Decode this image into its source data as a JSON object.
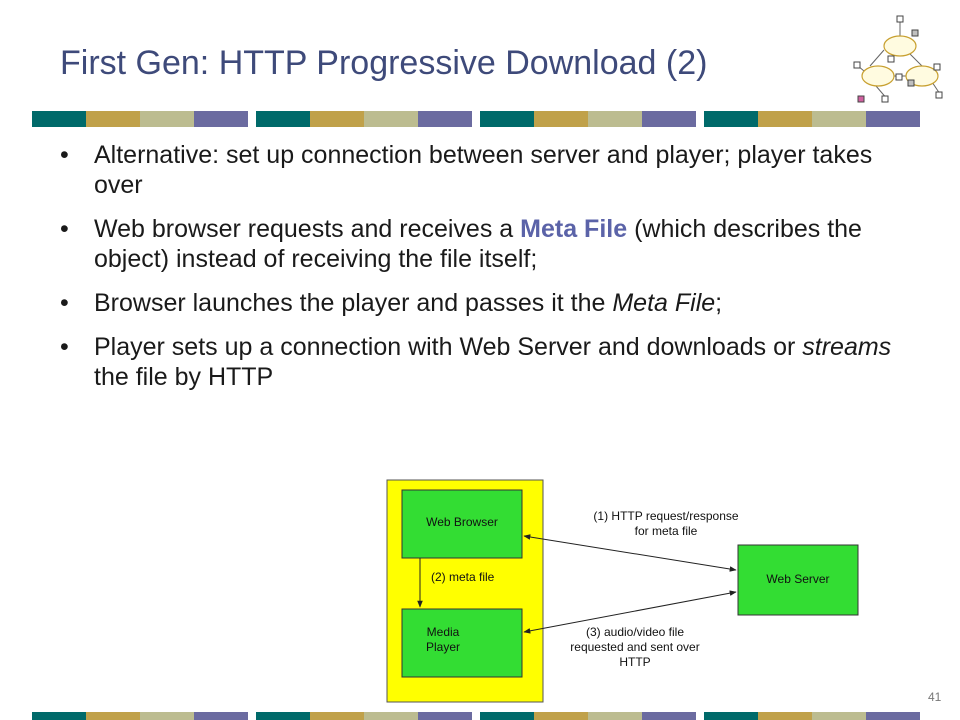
{
  "slide": {
    "title": "First Gen: HTTP  Progressive Download (2)",
    "page_number": "41"
  },
  "bullets": [
    {
      "parts": [
        {
          "text": "Alternative: set up connection between server and player; player takes over",
          "style": "normal"
        }
      ]
    },
    {
      "parts": [
        {
          "text": "Web browser requests and receives a ",
          "style": "normal"
        },
        {
          "text": "Meta File",
          "style": "highlight"
        },
        {
          "text": " (which describes the object) instead of receiving the file itself;",
          "style": "normal"
        }
      ]
    },
    {
      "parts": [
        {
          "text": "Browser launches the player and passes it the ",
          "style": "normal"
        },
        {
          "text": "Meta File",
          "style": "italic"
        },
        {
          "text": ";",
          "style": "normal"
        }
      ]
    },
    {
      "parts": [
        {
          "text": "Player sets up a connection with Web Server and downloads or ",
          "style": "normal"
        },
        {
          "text": "streams",
          "style": "italic"
        },
        {
          "text": " the file by HTTP",
          "style": "normal"
        }
      ]
    }
  ],
  "diagram": {
    "web_browser": "Web Browser",
    "media_player_line1": "Media",
    "media_player_line2": "Player",
    "web_server": "Web Server",
    "label_step1_line1": "(1) HTTP request/response",
    "label_step1_line2": "for meta file",
    "label_step2": "(2)  meta file",
    "label_step3_line1": "(3) audio/video file",
    "label_step3_line2": "requested and sent over",
    "label_step3_line3": "HTTP"
  },
  "colors": {
    "title": "#3e4a7a",
    "stripe": [
      "#006a6a",
      "#c0a14a",
      "#bcbc90",
      "#6b6ba0"
    ],
    "client_box": "#ffff00",
    "node_box": "#33dd33",
    "highlight": "#5b63a8"
  }
}
